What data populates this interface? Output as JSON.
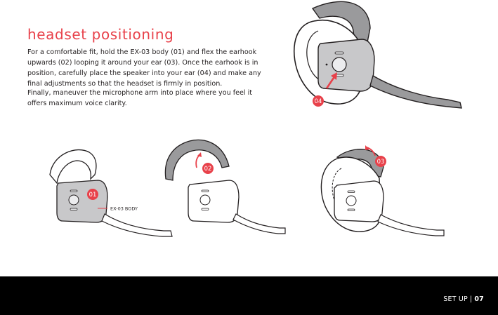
{
  "heading": "headset positioning",
  "paragraphs": [
    "For a comfortable fit, hold the EX-03 body (01) and flex the earhook upwards (02) looping it around your ear (03). Once the earhook is in position, carefully place the speaker into your ear (04) and make any final adjustments so that the headset is firmly in position.",
    "Finally, maneuver the microphone arm into place where you feel it offers maximum voice clarity."
  ],
  "callouts": {
    "step1": "01",
    "step2": "02",
    "step3": "03",
    "step4": "04",
    "body_label": "EX-03 BODY"
  },
  "footer": {
    "section": "SET UP",
    "separator": "|",
    "page": "07"
  },
  "colors": {
    "accent": "#e8414a",
    "text": "#231f20",
    "footer_bg": "#000000",
    "body_grey": "#c8c8ca"
  }
}
